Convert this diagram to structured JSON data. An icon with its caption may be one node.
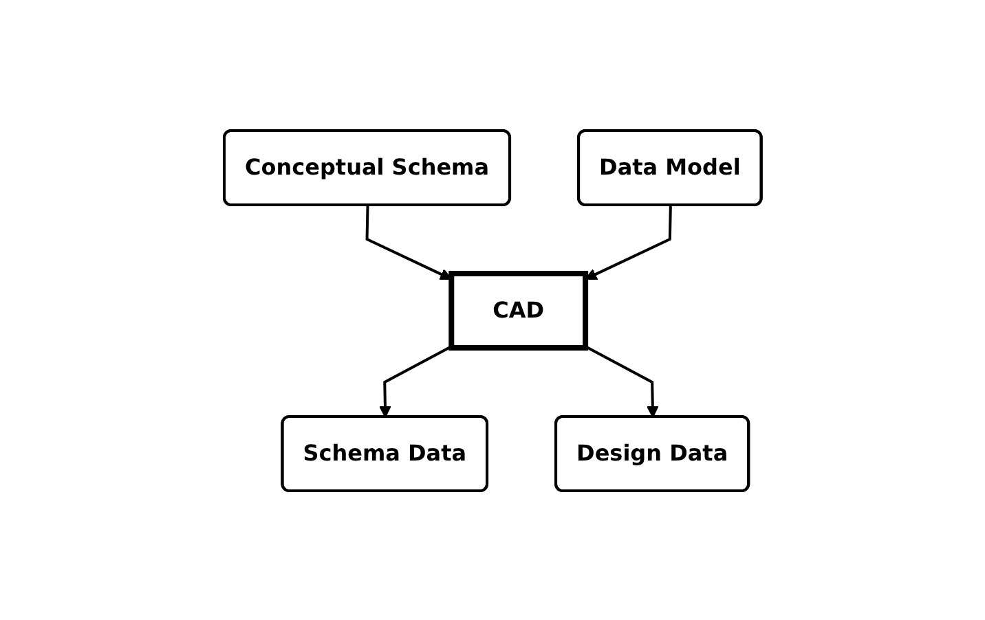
{
  "diagram": {
    "nodes": [
      {
        "text": [
          "Conceptual Schema"
        ]
      },
      {
        "text": [
          "CAD"
        ]
      },
      {
        "text": [
          "Data Model"
        ]
      },
      {
        "text": [
          "Schema Data"
        ]
      },
      {
        "text": [
          "Design Data"
        ]
      }
    ],
    "edges": [
      {
        "from": 0,
        "to": 1,
        "arrow": "to"
      },
      {
        "from": 2,
        "to": 1,
        "arrow": "to"
      },
      {
        "from": 1,
        "to": 3,
        "arrow": "to"
      },
      {
        "from": 1,
        "to": 4,
        "arrow": "to"
      }
    ]
  }
}
